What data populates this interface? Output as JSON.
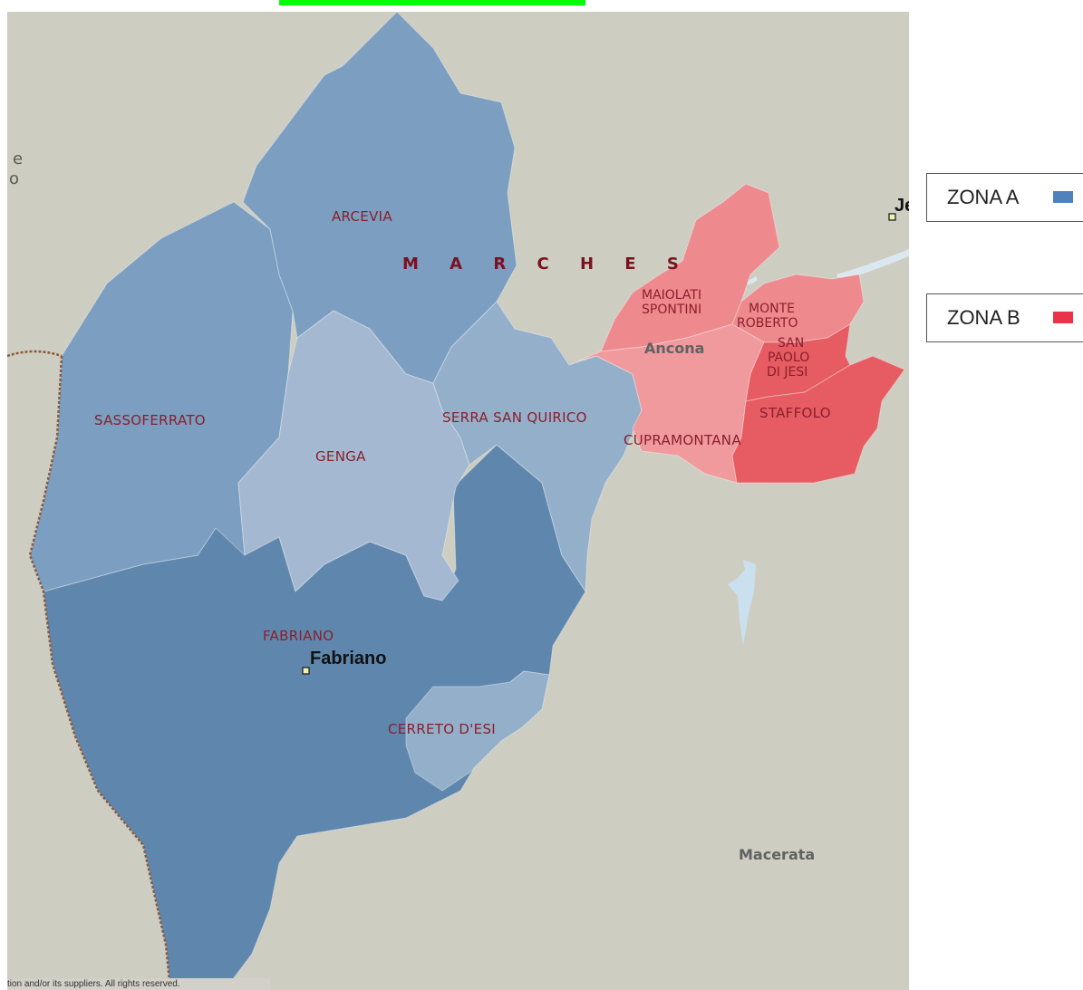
{
  "map": {
    "province": "M A R C H E S",
    "regions": [
      {
        "name": "ARCEVIA",
        "zone": "A"
      },
      {
        "name": "SASSOFERRATO",
        "zone": "A"
      },
      {
        "name": "GENGA",
        "zone": "A"
      },
      {
        "name": "SERRA SAN QUIRICO",
        "zone": "A"
      },
      {
        "name": "FABRIANO",
        "zone": "A"
      },
      {
        "name": "CERRETO D'ESI",
        "zone": "A"
      },
      {
        "name": "MAIOLATI",
        "zone": "B"
      },
      {
        "name": "SPONTINI",
        "zone": "B"
      },
      {
        "name": "MONTE",
        "zone": "B"
      },
      {
        "name": "ROBERTO",
        "zone": "B"
      },
      {
        "name": "SAN",
        "zone": "B"
      },
      {
        "name": "PAOLO",
        "zone": "B"
      },
      {
        "name": "DI JESI",
        "zone": "B"
      },
      {
        "name": "STAFFOLO",
        "zone": "B"
      },
      {
        "name": "CUPRAMONTANA",
        "zone": "B"
      }
    ],
    "cities": {
      "ancona": "Ancona",
      "fabriano": "Fabriano",
      "macerata": "Macerata",
      "edge_right": "Je"
    },
    "edge_left": [
      "e",
      "o"
    ],
    "copyright": "tion and/or its suppliers. All rights reserved."
  },
  "legend": [
    {
      "label": "ZONA A",
      "color": "#4f81bd"
    },
    {
      "label": "ZONA B",
      "color": "#e8334a"
    }
  ],
  "colors": {
    "background": "#cdcdc2",
    "highlight": "#00ff00",
    "zone_a_dark": "#5f87ad",
    "zone_a_mid": "#7b9ec1",
    "zone_a_light": "#a4b9d1",
    "zone_a_pale": "#94afca",
    "zone_b_light": "#ee8a8e",
    "zone_b_mid": "#f09a9d",
    "zone_b_dark": "#e65c62"
  }
}
